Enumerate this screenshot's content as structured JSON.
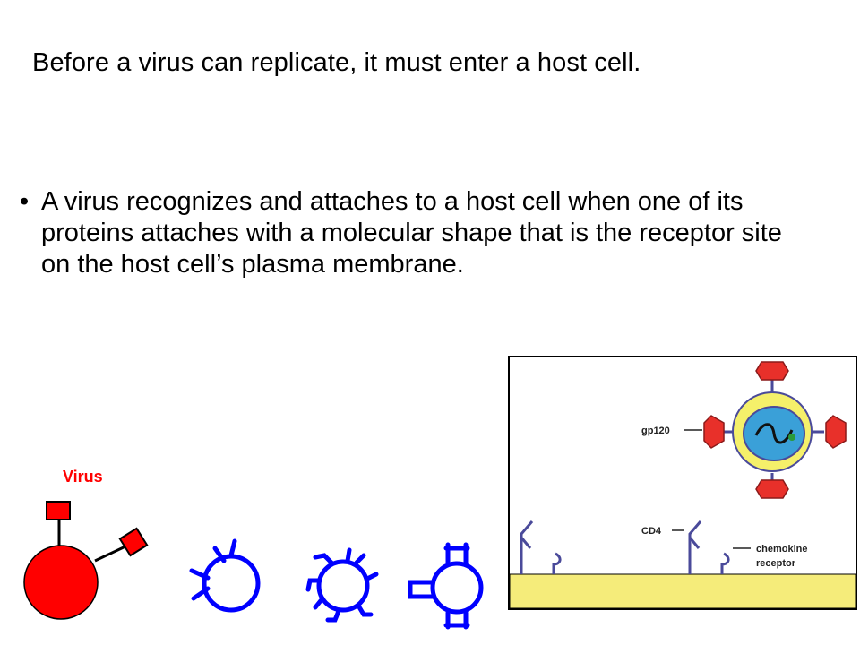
{
  "slide": {
    "title": "Before a virus can replicate,  it must enter a host cell.",
    "bullet_symbol": "•",
    "bullet_text": "A virus recognizes and attaches to a host cell when one of its proteins attaches with a molecular shape that is the receptor site on the host cell’s plasma membrane."
  },
  "virus_figure": {
    "label": "Virus",
    "virus_color": "#ff0000",
    "receptor_color": "#0000ff"
  },
  "hiv_diagram": {
    "labels": {
      "gp120": "gp120",
      "cd4": "CD4",
      "chemokine_line1": "chemokine",
      "chemokine_line2": "receptor"
    },
    "colors": {
      "membrane": "#f5ec7a",
      "envelope": "#f5f06a",
      "core": "#3aa0d8",
      "knobs": "#e8302a",
      "receptors": "#4a4a9a"
    }
  }
}
